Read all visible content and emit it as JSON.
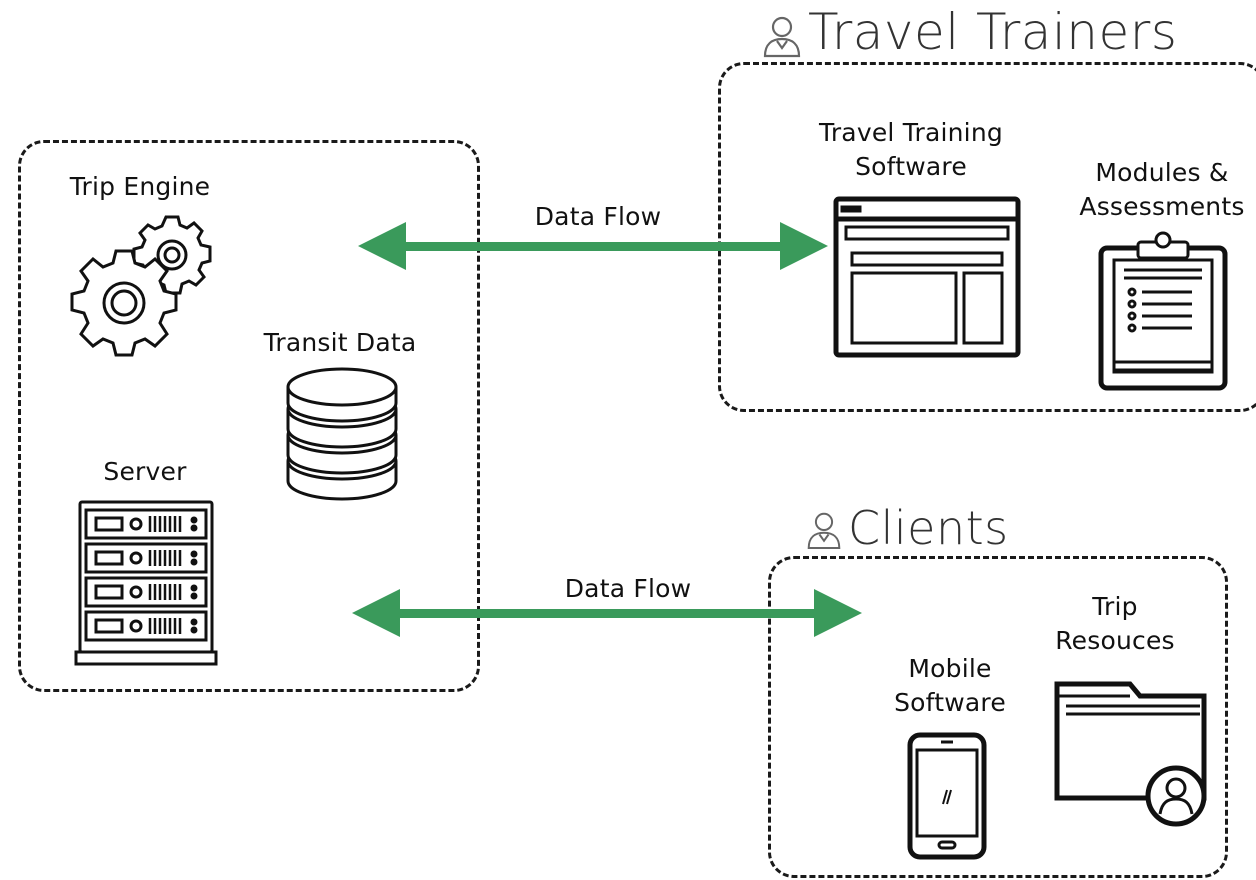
{
  "groups": {
    "system": {
      "trip_engine_label": "Trip Engine",
      "transit_data_label": "Transit Data",
      "server_label": "Server"
    },
    "travel_trainers": {
      "title": "Travel Trainers",
      "software_label_line1": "Travel Training",
      "software_label_line2": "Software",
      "modules_label_line1": "Modules &",
      "modules_label_line2": "Assessments"
    },
    "clients": {
      "title": "Clients",
      "mobile_label_line1": "Mobile",
      "mobile_label_line2": "Software",
      "resources_label_line1": "Trip",
      "resources_label_line2": "Resouces"
    }
  },
  "flows": {
    "top_label": "Data Flow",
    "bottom_label": "Data Flow"
  },
  "colors": {
    "arrow": "#3a9a5b",
    "outline": "#1a1a1a"
  },
  "icons": [
    "gears-icon",
    "database-icon",
    "server-rack-icon",
    "browser-window-icon",
    "clipboard-icon",
    "smartphone-icon",
    "folder-user-icon",
    "person-icon"
  ]
}
